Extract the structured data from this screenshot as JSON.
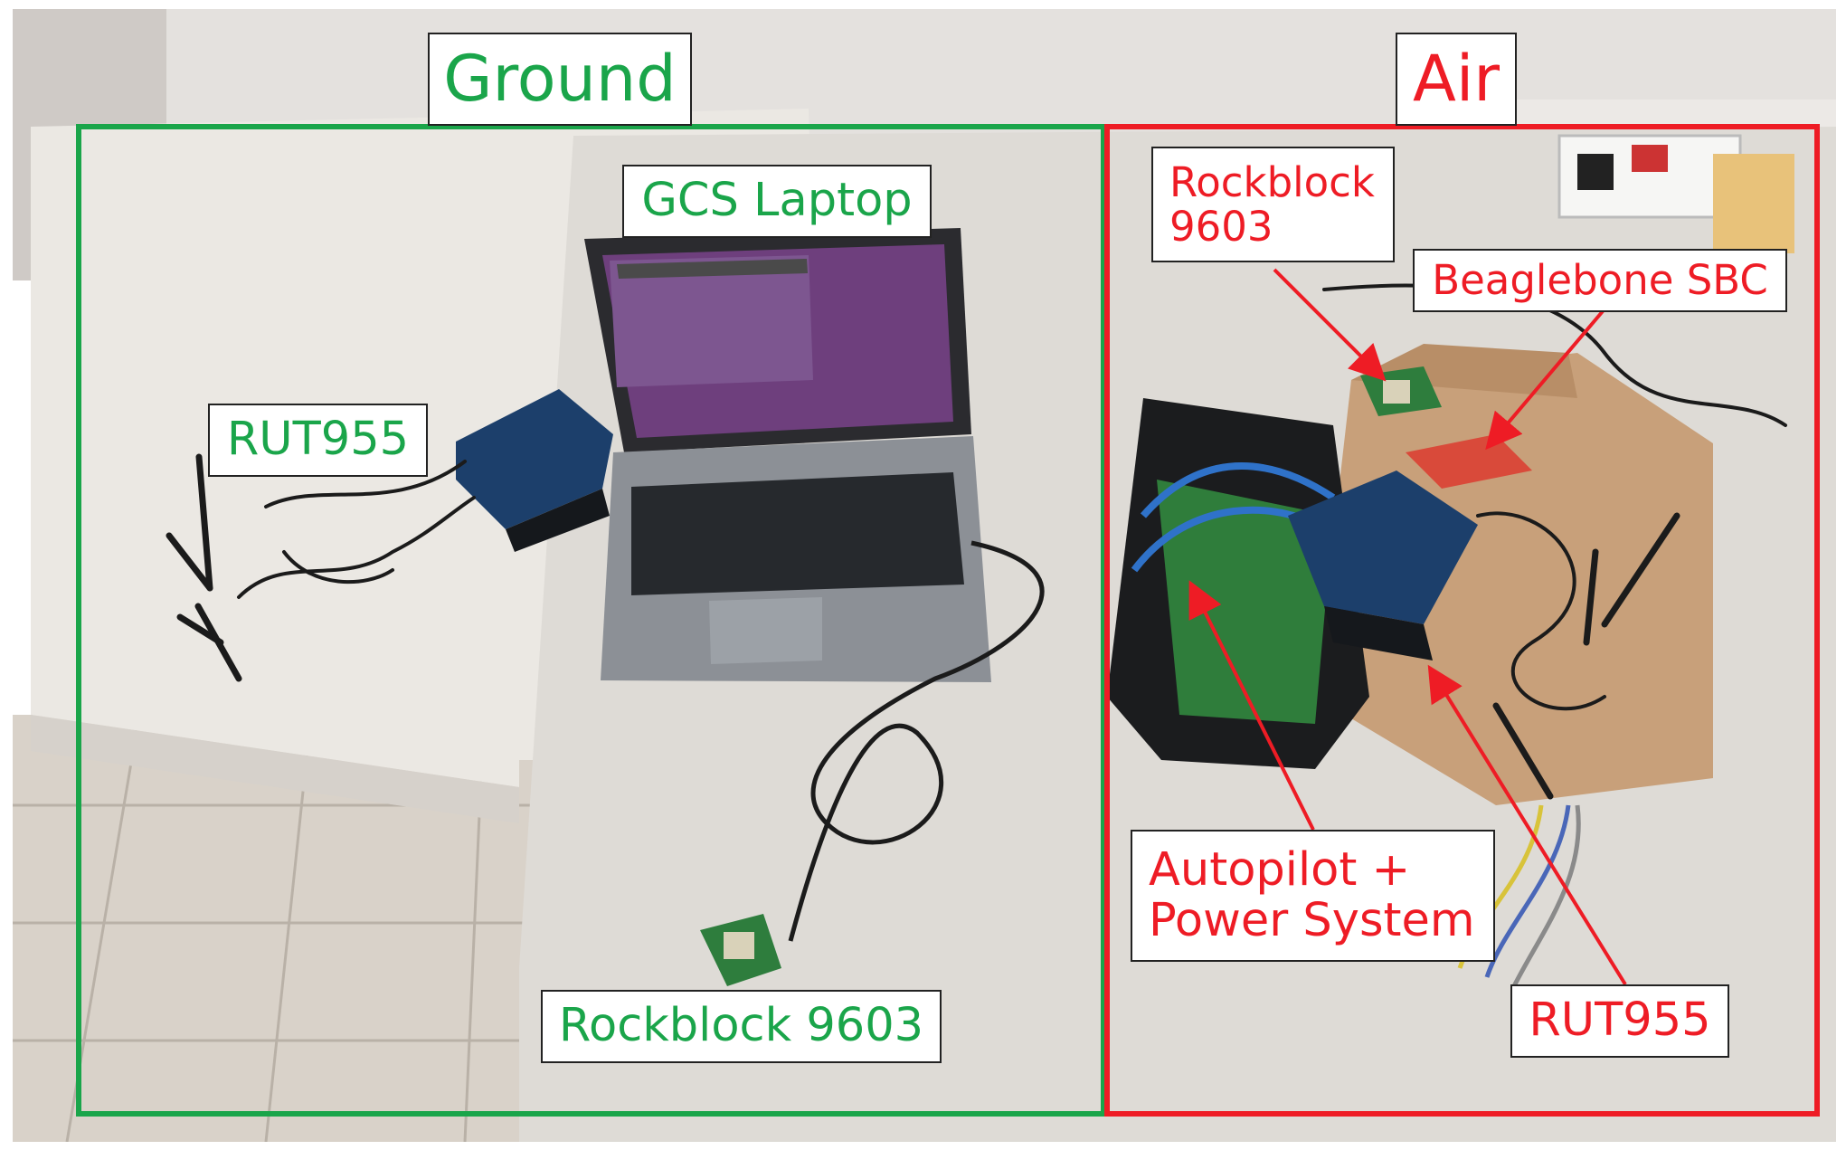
{
  "colors": {
    "ground": "#1aa54a",
    "air": "#ee1c25"
  },
  "ground": {
    "title": "Ground",
    "labels": {
      "gcs_laptop": "GCS Laptop",
      "rut955": "RUT955",
      "rockblock": "Rockblock 9603"
    }
  },
  "air": {
    "title": "Air",
    "labels": {
      "rockblock_line1": "Rockblock",
      "rockblock_line2": "9603",
      "beaglebone": "Beaglebone SBC",
      "autopilot_line1": "Autopilot +",
      "autopilot_line2": "Power System",
      "rut955": "RUT955"
    }
  }
}
